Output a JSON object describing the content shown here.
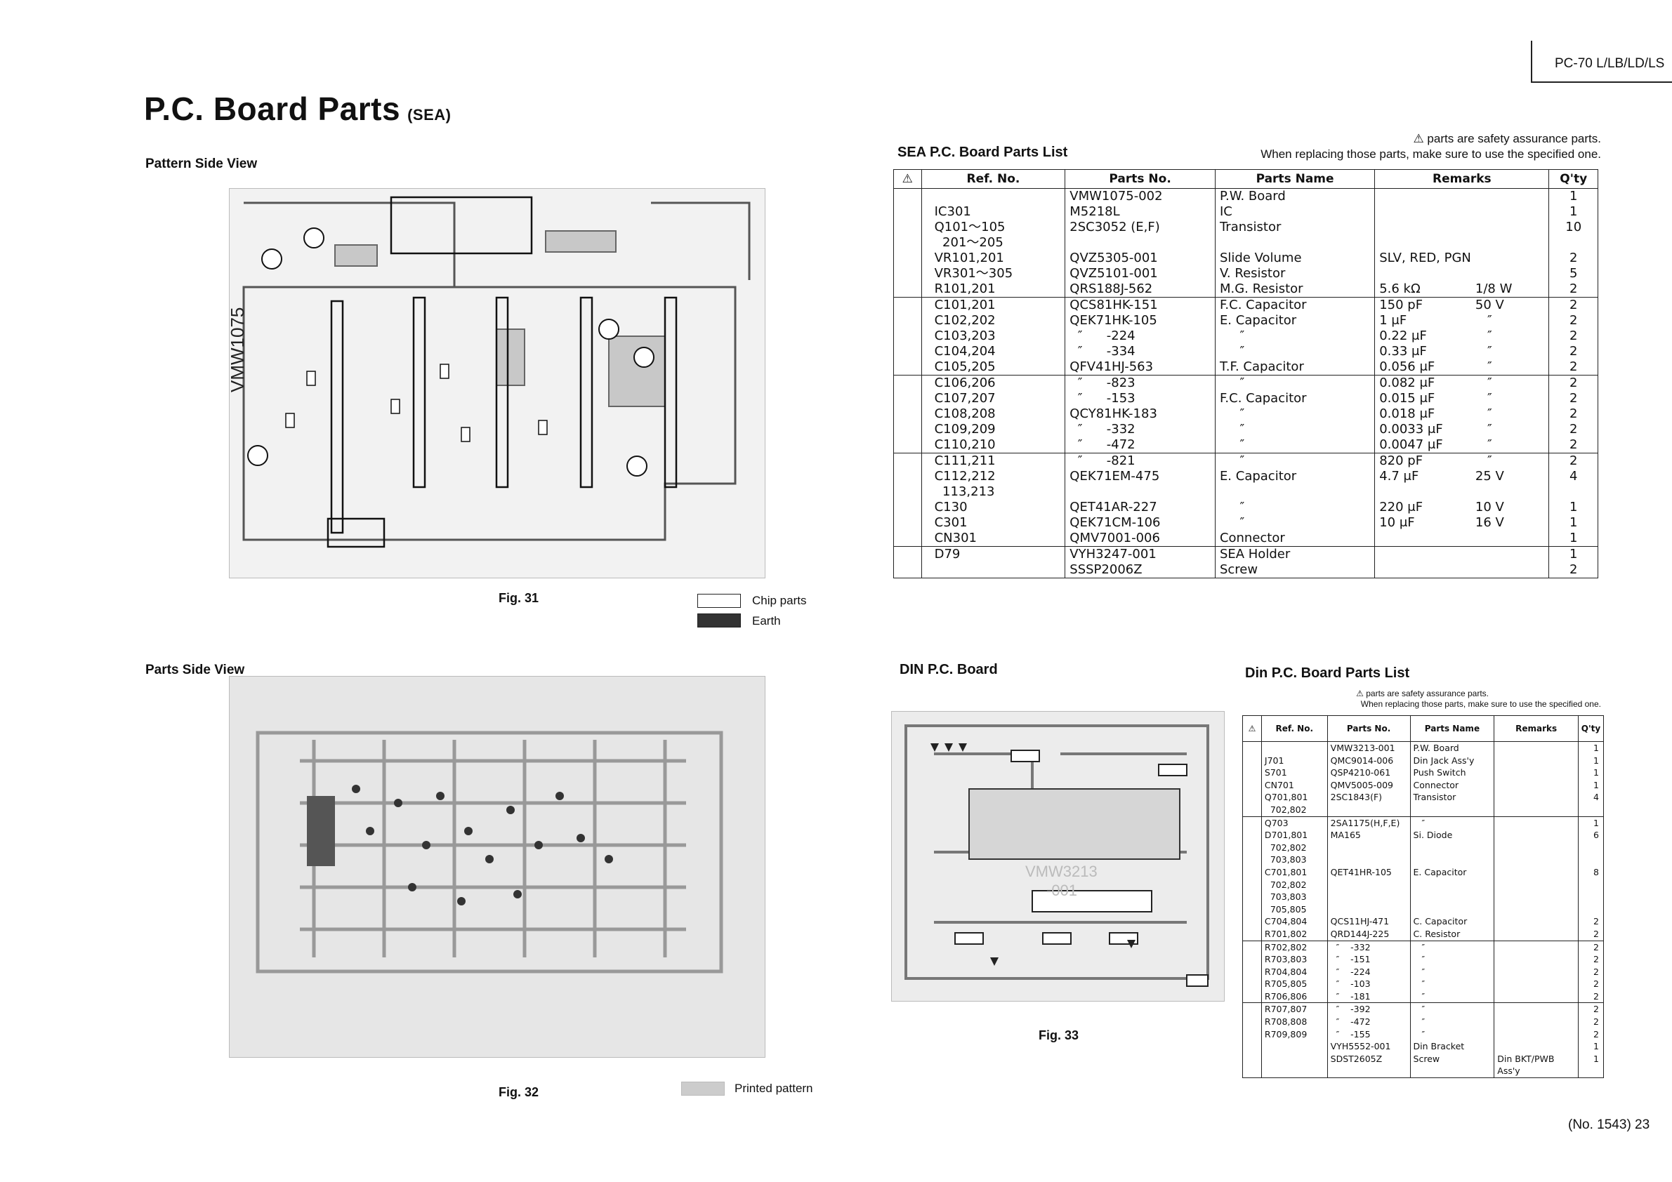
{
  "header": {
    "model": "PC-70 L/LB/LD/LS"
  },
  "title": {
    "main": "P.C. Board Parts",
    "suffix": "(SEA)"
  },
  "pattern_side": {
    "heading": "Pattern Side View",
    "fig": "Fig. 31"
  },
  "parts_side": {
    "heading": "Parts Side View",
    "fig": "Fig. 32"
  },
  "legend": {
    "chip": "Chip parts",
    "earth": "Earth",
    "printed": "Printed pattern"
  },
  "sea_list": {
    "title": "SEA P.C. Board Parts List",
    "note1": "⚠ parts are safety assurance parts.",
    "note2": "When replacing those parts, make sure to use the specified one.",
    "headers": {
      "warn": "⚠",
      "ref": "Ref. No.",
      "parts": "Parts No.",
      "name": "Parts Name",
      "remarks": "Remarks",
      "qty": "Q'ty"
    },
    "groups": [
      {
        "ref": "\nIC301\nQ101～105\n  201～205\nVR101,201\nVR301～305\nR101,201",
        "parts": "VMW1075-002\nM5218L\n2SC3052 (E,F)\n\nQVZ5305-001\nQVZ5101-001\nQRS188J-562",
        "name": "P.W. Board\nIC\nTransistor\n\nSlide Volume\nV. Resistor\nM.G. Resistor",
        "rem1": "\n\n\n\nSLV, RED, PGN\n\n5.6 kΩ",
        "rem2": "\n\n\n\n\n\n1/8 W",
        "qty": "1\n1\n10\n\n2\n5\n2"
      },
      {
        "ref": "C101,201\nC102,202\nC103,203\nC104,204\nC105,205",
        "parts": "QCS81HK-151\nQEK71HK-105\n  ″      -224\n  ″      -334\nQFV41HJ-563",
        "name": "F.C. Capacitor\nE. Capacitor\n     ″\n     ″\nT.F. Capacitor",
        "rem1": "150 pF\n1 μF\n0.22 μF\n0.33 μF\n0.056 μF",
        "rem2": "50 V\n   ″\n   ″\n   ″\n   ″",
        "qty": "2\n2\n2\n2\n2"
      },
      {
        "ref": "C106,206\nC107,207\nC108,208\nC109,209\nC110,210",
        "parts": "  ″      -823\n  ″      -153\nQCY81HK-183\n  ″      -332\n  ″      -472",
        "name": "     ″\nF.C. Capacitor\n     ″\n     ″\n     ″",
        "rem1": "0.082 μF\n0.015 μF\n0.018 μF\n0.0033 μF\n0.0047 μF",
        "rem2": "   ″\n   ″\n   ″\n   ″\n   ″",
        "qty": "2\n2\n2\n2\n2"
      },
      {
        "ref": "C111,211\nC112,212\n  113,213\nC130\nC301\nCN301",
        "parts": "  ″      -821\nQEK71EM-475\n\nQET41AR-227\nQEK71CM-106\nQMV7001-006",
        "name": "     ″\nE. Capacitor\n\n     ″\n     ″\nConnector",
        "rem1": "820 pF\n4.7 μF\n\n220 μF\n10 μF\n",
        "rem2": "   ″\n25 V\n\n10 V\n16 V\n",
        "qty": "2\n4\n\n1\n1\n1"
      },
      {
        "ref": "D79",
        "parts": "VYH3247-001\nSSSP2006Z",
        "name": "SEA Holder\nScrew",
        "rem1": "",
        "rem2": "",
        "qty": "1\n2"
      }
    ]
  },
  "din_board": {
    "heading": "DIN P.C. Board",
    "fig": "Fig. 33"
  },
  "din_list": {
    "title": "Din P.C. Board Parts List",
    "note1": "⚠ parts are safety assurance parts.",
    "note2": "When replacing those parts, make sure to use the specified one.",
    "headers": {
      "warn": "⚠",
      "ref": "Ref. No.",
      "parts": "Parts No.",
      "name": "Parts Name",
      "remarks": "Remarks",
      "qty": "Q'ty"
    },
    "groups": [
      {
        "ref": "\nJ701\nS701\nCN701\nQ701,801\n  702,802",
        "parts": "VMW3213-001\nQMC9014-006\nQSP4210-061\nQMV5005-009\n2SC1843(F)\n",
        "name": "P.W. Board\nDin Jack Ass'y\nPush Switch\nConnector\nTransistor\n",
        "remarks": "",
        "qty": "1\n1\n1\n1\n4\n"
      },
      {
        "ref": "Q703\nD701,801\n  702,802\n  703,803\nC701,801\n  702,802\n  703,803\n  705,805\nC704,804\nR701,802",
        "parts": "2SA1175(H,F,E)\nMA165\n\n\nQET41HR-105\n\n\n\nQCS11HJ-471\nQRD144J-225",
        "name": "   ″\nSi. Diode\n\n\nE. Capacitor\n\n\n\nC. Capacitor\nC. Resistor",
        "remarks": "",
        "qty": "1\n6\n\n\n8\n\n\n\n2\n2"
      },
      {
        "ref": "R702,802\nR703,803\nR704,804\nR705,805\nR706,806",
        "parts": "  ″    -332\n  ″    -151\n  ″    -224\n  ″    -103\n  ″    -181",
        "name": "   ″\n   ″\n   ″\n   ″\n   ″",
        "remarks": "",
        "qty": "2\n2\n2\n2\n2"
      },
      {
        "ref": "R707,807\nR708,808\nR709,809\n\n",
        "parts": "  ″    -392\n  ″    -472\n  ″    -155\nVYH5552-001\nSDST2605Z",
        "name": "   ″\n   ″\n   ″\nDin Bracket\nScrew",
        "remarks": "\n\n\n\nDin BKT/PWB\nAss'y",
        "qty": "2\n2\n2\n1\n1"
      }
    ]
  },
  "footer": {
    "page": "(No. 1543)  23"
  }
}
